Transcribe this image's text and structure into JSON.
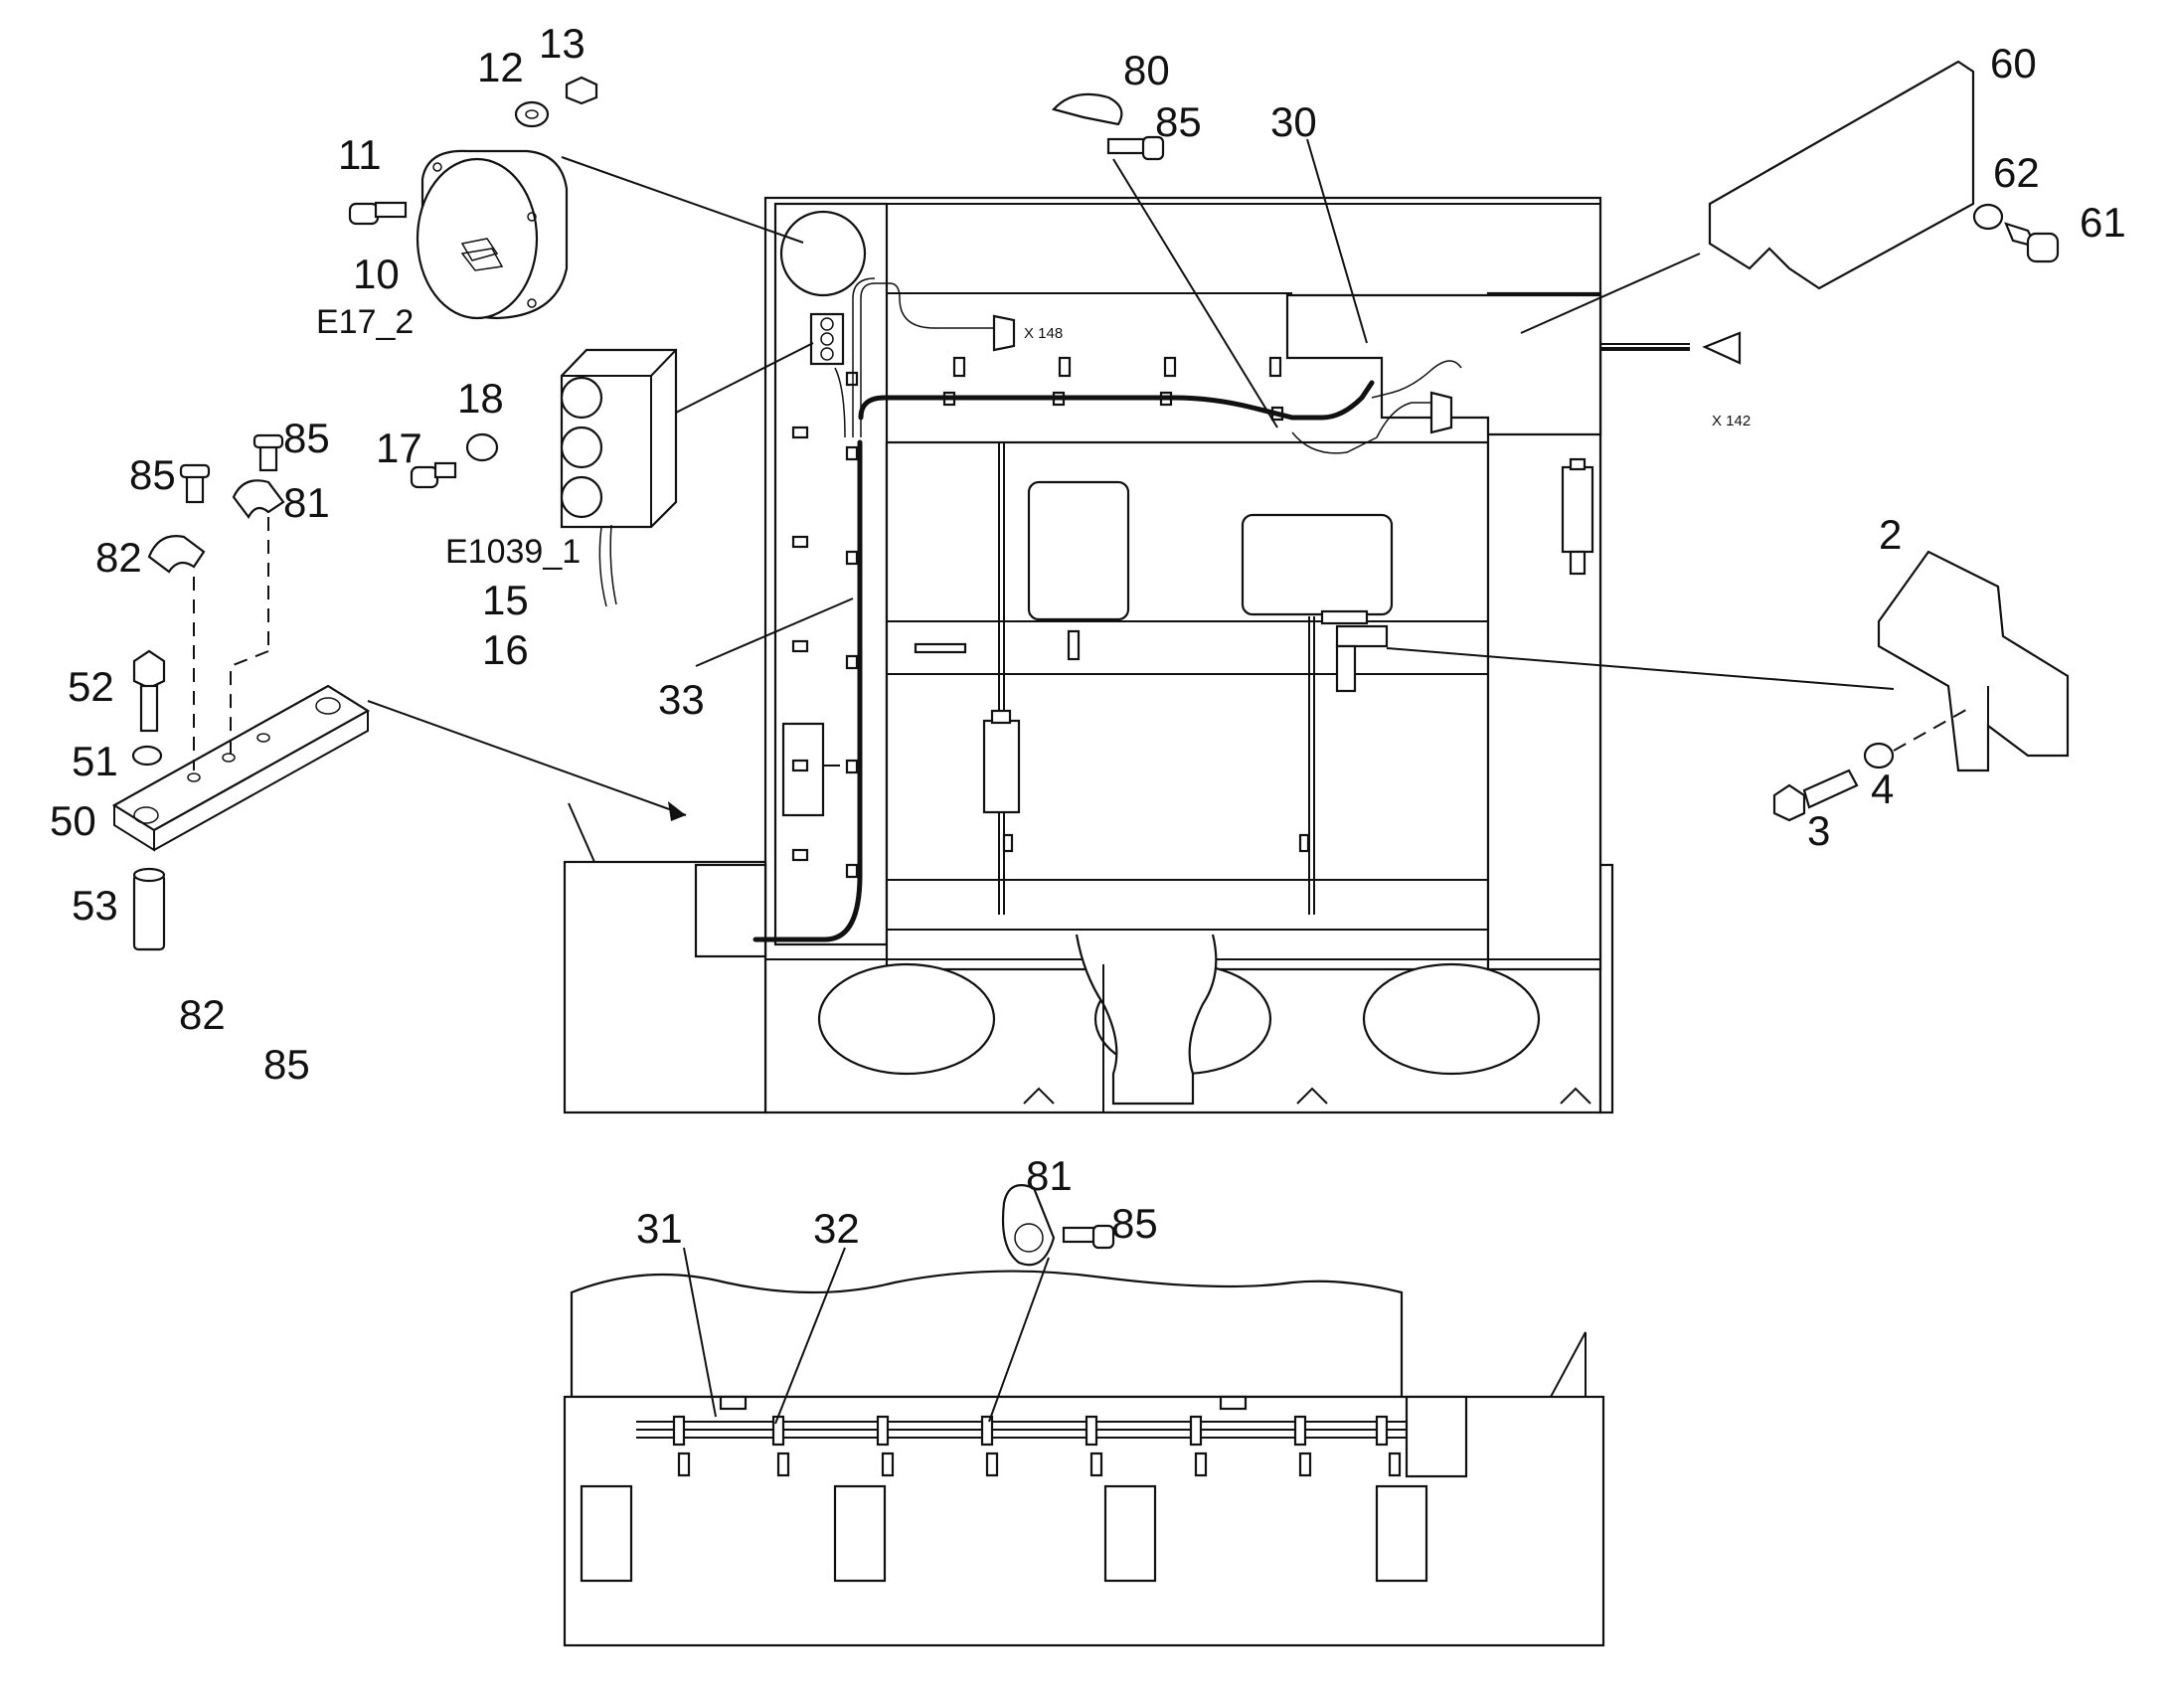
{
  "labels": {
    "l2": "2",
    "l3": "3",
    "l4": "4",
    "l10": "10",
    "l11": "11",
    "l12": "12",
    "l13": "13",
    "l15": "15",
    "l16": "16",
    "l17": "17",
    "l18": "18",
    "l30": "30",
    "l31": "31",
    "l32": "32",
    "l33": "33",
    "l50": "50",
    "l51": "51",
    "l52": "52",
    "l53": "53",
    "l60": "60",
    "l61": "61",
    "l62": "62",
    "l80": "80",
    "l81a": "81",
    "l81b": "81",
    "l82a": "82",
    "l82b": "82",
    "l85a": "85",
    "l85b": "85",
    "l85c": "85",
    "l85d": "85",
    "l85e": "85"
  },
  "codes": {
    "e17": "E17_2",
    "e1039": "E1039_1"
  },
  "connector_tags": {
    "x148": "X 148",
    "x142": "X 142"
  },
  "colors": {
    "line": "#111111",
    "paper": "#ffffff"
  }
}
